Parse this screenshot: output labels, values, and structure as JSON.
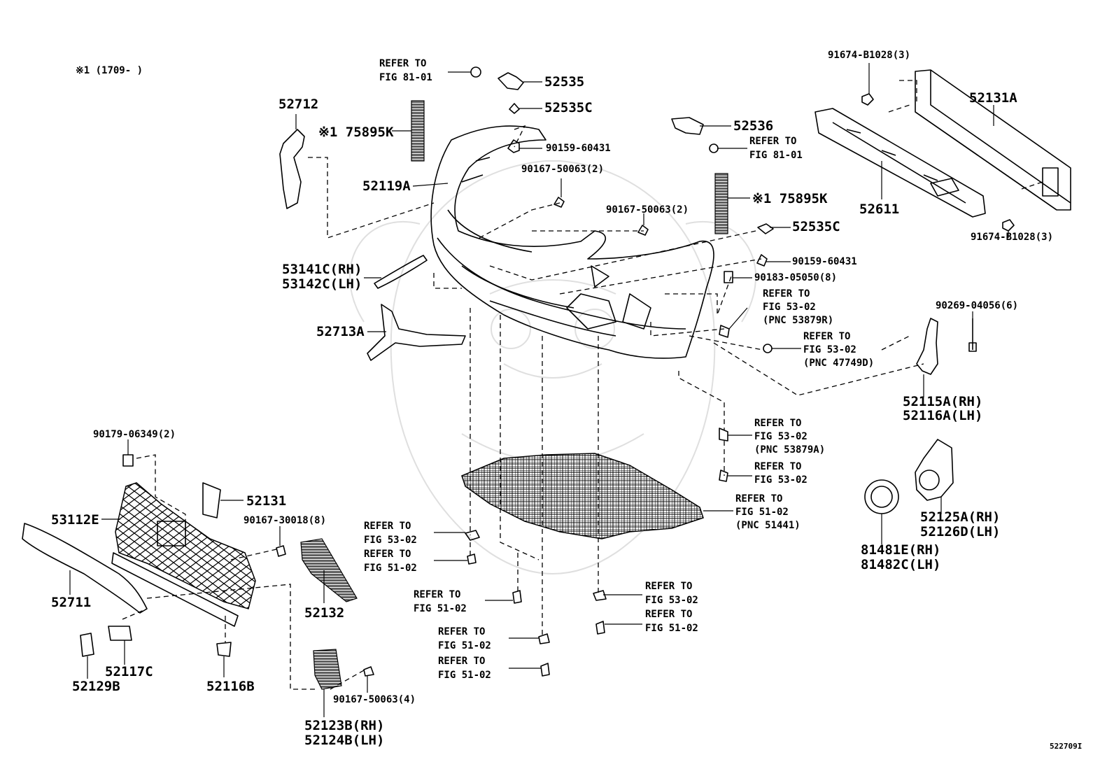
{
  "note": "※1 (1709-       )",
  "figure_id": "522709I",
  "labels": {
    "p52712": "52712",
    "p75895k_a": "※1 75895K",
    "p52119a": "52119A",
    "p53141c": "53141C(RH)",
    "p53142c": "53142C(LH)",
    "p52713a": "52713A",
    "ref81_a_1": "REFER TO",
    "ref81_a_2": "FIG 81-01",
    "p52535": "52535",
    "p52535c_a": "52535C",
    "p90159_a": "90159-60431",
    "p90167_a": "90167-50063(2)",
    "p90167_b": "90167-50063(2)",
    "p52536": "52536",
    "ref81_b_1": "REFER TO",
    "ref81_b_2": "FIG 81-01",
    "p75895k_b": "※1 75895K",
    "p52535c_b": "52535C",
    "p90159_b": "90159-60431",
    "p90183": "90183-05050(8)",
    "ref53_a_1": "REFER TO",
    "ref53_a_2": "FIG 53-02",
    "ref53_a_3": "(PNC 53879R)",
    "ref53_b_1": "REFER TO",
    "ref53_b_2": "FIG 53-02",
    "ref53_b_3": "(PNC 47749D)",
    "p91674_a": "91674-B1028(3)",
    "p52131a": "52131A",
    "p52611": "52611",
    "p91674_b": "91674-B1028(3)",
    "p90269": "90269-04056(6)",
    "p52115a": "52115A(RH)",
    "p52116a": "52116A(LH)",
    "ref53_c_1": "REFER TO",
    "ref53_c_2": "FIG 53-02",
    "ref53_c_3": "(PNC 53879A)",
    "ref53_d_1": "REFER TO",
    "ref53_d_2": "FIG 53-02",
    "ref51_a_1": "REFER TO",
    "ref51_a_2": "FIG 51-02",
    "ref51_a_3": "(PNC 51441)",
    "p52125a": "52125A(RH)",
    "p52126d": "52126D(LH)",
    "p81481e": "81481E(RH)",
    "p81482c": "81482C(LH)",
    "p90179": "90179-06349(2)",
    "p53112e": "53112E",
    "p52131": "52131",
    "p90167_c": "90167-30018(8)",
    "p52711": "52711",
    "p52132": "52132",
    "p52117c": "52117C",
    "p52129b": "52129B",
    "p52116b": "52116B",
    "ref53_e_1": "REFER TO",
    "ref53_e_2": "FIG 53-02",
    "ref51_b_1": "REFER TO",
    "ref51_b_2": "FIG 51-02",
    "ref51_c_1": "REFER TO",
    "ref51_c_2": "FIG 51-02",
    "ref51_d_1": "REFER TO",
    "ref51_d_2": "FIG 51-02",
    "ref51_e_1": "REFER TO",
    "ref51_e_2": "FIG 51-02",
    "ref53_f_1": "REFER TO",
    "ref53_f_2": "FIG 53-02",
    "ref51_f_1": "REFER TO",
    "ref51_f_2": "FIG 51-02",
    "p90167_d": "90167-50063(4)",
    "p52123b": "52123B(RH)",
    "p52124b": "52124B(LH)"
  },
  "icons": {
    "watermark": "samurai-helmet-watermark"
  }
}
